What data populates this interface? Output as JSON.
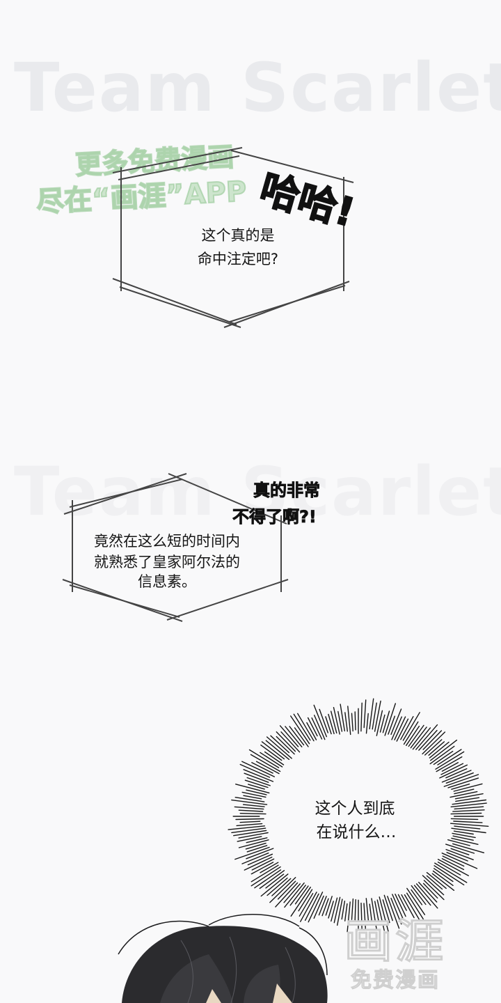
{
  "watermark": {
    "line1": "更多免费漫画",
    "line2": "尽在“画涯”APP",
    "faint_top": "Team Scarlet",
    "faint_mid": "Team Scarlet"
  },
  "panel1": {
    "bubble_line1": "这个真的是",
    "bubble_line2": "命中注定吧?",
    "sfx": "哈哈!"
  },
  "panel2": {
    "bubble_line1": "竟然在这么短的时间内",
    "bubble_line2": "就熟悉了皇家阿尔法的",
    "bubble_line3": "信息素。",
    "sfx_line1": "真的非常",
    "sfx_line2": "不得了啊?!"
  },
  "panel3": {
    "burst_line1": "这个人到底",
    "burst_line2": "在说什么…"
  },
  "logo": {
    "mark": "画涯",
    "caption": "免费漫画"
  },
  "colors": {
    "background": "#f9f9fa",
    "watermark_green": "#a8d2a8",
    "hair": "#2b2b2e"
  }
}
